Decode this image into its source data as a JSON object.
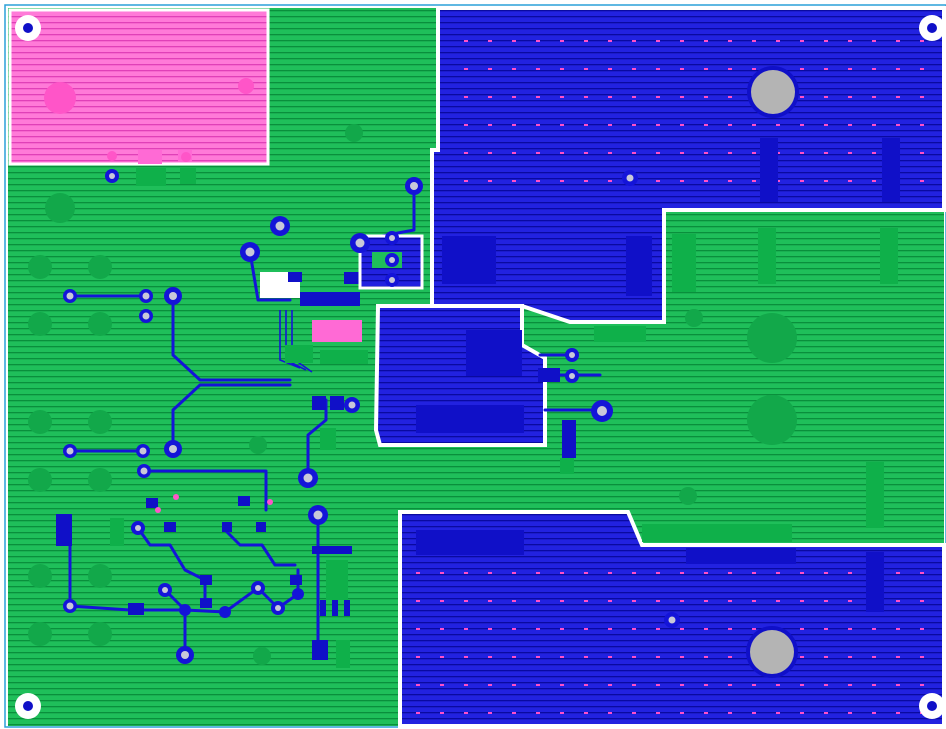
{
  "colors": {
    "ground_plane": "#1fbf5a",
    "ground_hatch": "#0a8f3c",
    "power_plane": "#1e1edc",
    "power_hatch": "#0a0aa8",
    "copper_top": "#ff6ad5",
    "trace": "#1414d8",
    "pad": "#1010c8",
    "pad_green": "#18c255",
    "hole": "#b4b4b4",
    "clearance": "#ffffff",
    "outline": "#2aa0d8"
  },
  "layers": [
    "ground-plane",
    "power-plane-top",
    "power-plane-bottom",
    "top-copper",
    "traces",
    "vias",
    "mounting-holes"
  ]
}
